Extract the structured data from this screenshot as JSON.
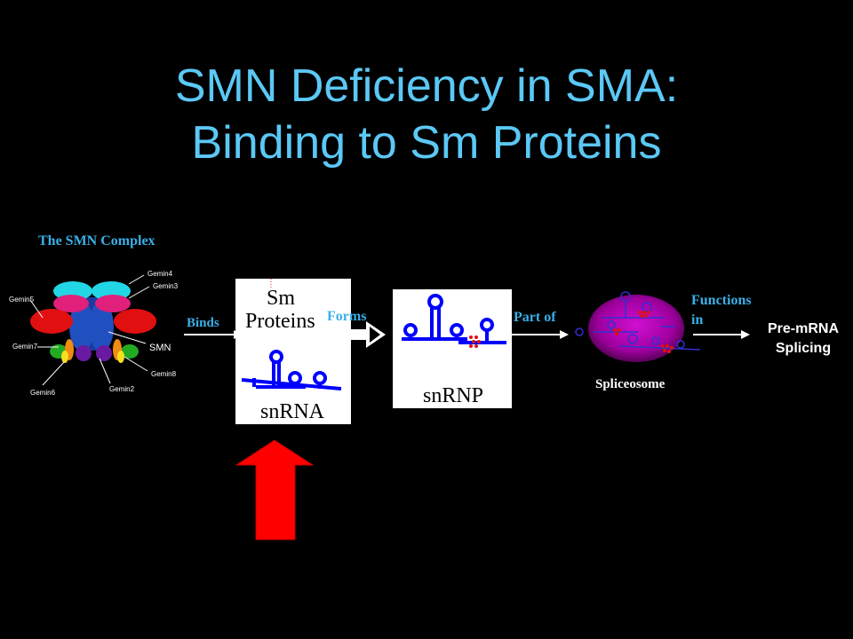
{
  "title": {
    "line1": "SMN Deficiency in SMA:",
    "line2": "Binding to Sm Proteins"
  },
  "complex": {
    "heading": "The SMN Complex",
    "labels": {
      "gemin4": "Gemin4",
      "gemin3": "Gemin3",
      "gemin5": "Gemin5",
      "gemin7": "Gemin7",
      "smn": "SMN",
      "gemin8": "Gemin8",
      "gemin6": "Gemin6",
      "gemin2": "Gemin2"
    }
  },
  "flow": {
    "binds": "Binds",
    "sm_line1": "Sm",
    "sm_line2": "Proteins",
    "snrna": "snRNA",
    "forms": "Forms",
    "snrnp": "snRNP",
    "part_of": "Part of",
    "spliceosome": "Spliceosome",
    "functions_line1": "Functions",
    "functions_line2": "in",
    "result_line1": "Pre-mRNA",
    "result_line2": "Splicing"
  },
  "colors": {
    "title": "#5bc8f5",
    "accent": "#3ab0e8",
    "arrow_red": "#ff0000",
    "rna_blue": "#0000ff"
  }
}
